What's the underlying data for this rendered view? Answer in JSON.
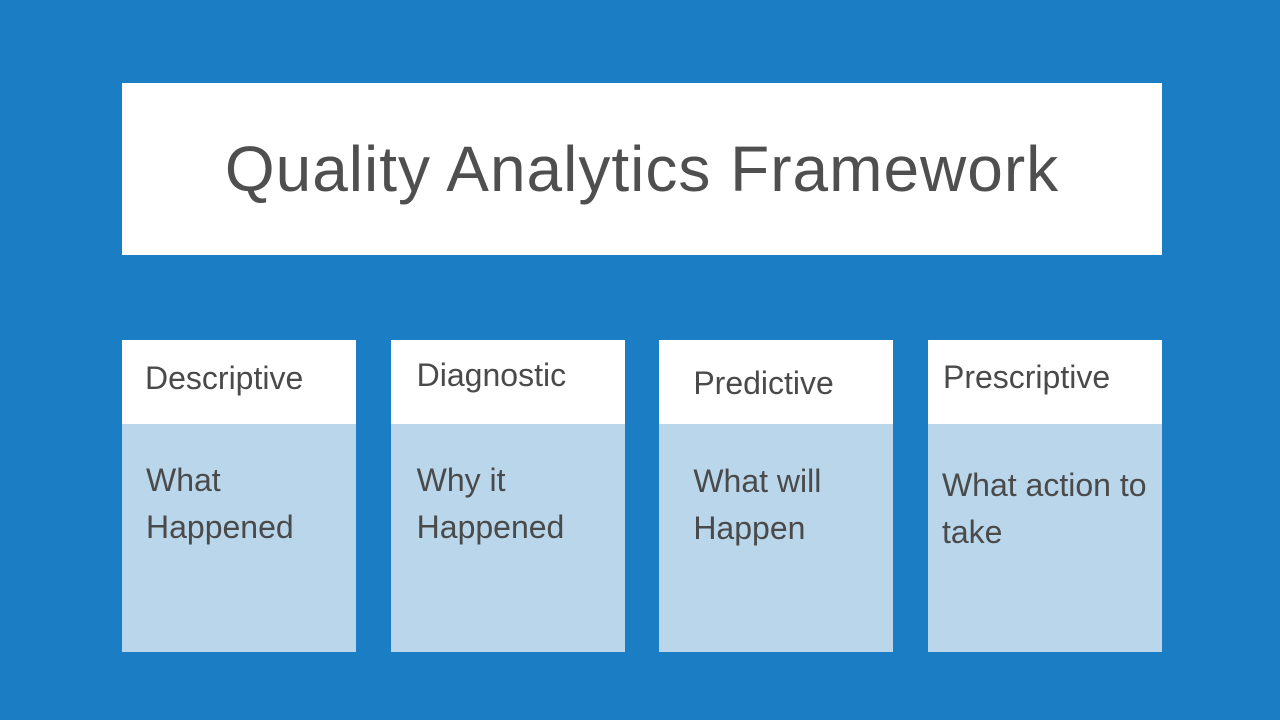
{
  "slide": {
    "title": "Quality Analytics Framework",
    "columns": [
      {
        "header": "Descriptive",
        "body": "What Happened"
      },
      {
        "header": "Diagnostic",
        "body": "Why it Happened"
      },
      {
        "header": "Predictive",
        "body": "What will Happen"
      },
      {
        "header": "Prescriptive",
        "body": "What action to take"
      }
    ],
    "colors": {
      "background": "#1B7DC3",
      "card": "#FFFFFF",
      "panel": "#B9D6EB",
      "text": "#4A4A4A",
      "title_text": "#4F4F4F"
    }
  }
}
